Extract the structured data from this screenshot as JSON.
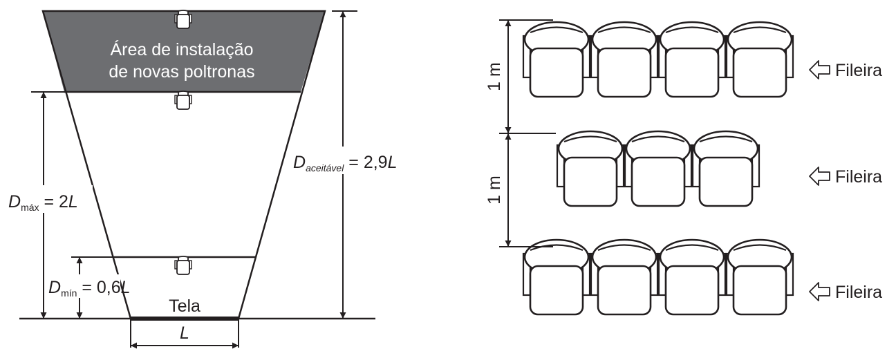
{
  "theater": {
    "area_line1": "Área de instalação",
    "area_line2": "de novas poltronas",
    "dmax_symbol": "D",
    "dmax_sub": "máx",
    "dmax_value": " = 2",
    "dmax_L": "L",
    "dmin_symbol": "D",
    "dmin_sub": "mín",
    "dmin_value": " = 0,6",
    "dmin_L": "L",
    "dacc_symbol": "D",
    "dacc_sub": "aceitável",
    "dacc_value": " = 2,9",
    "dacc_L": "L",
    "screen_label": "Tela",
    "width_label": "L"
  },
  "rows": {
    "spacing_top": "1 m",
    "spacing_bottom": "1 m",
    "labels": [
      "Fileira",
      "Fileira",
      "Fileira"
    ],
    "seat_counts": [
      4,
      3,
      4
    ]
  },
  "colors": {
    "ink": "#231f20",
    "area_fill": "#6d6e71"
  }
}
